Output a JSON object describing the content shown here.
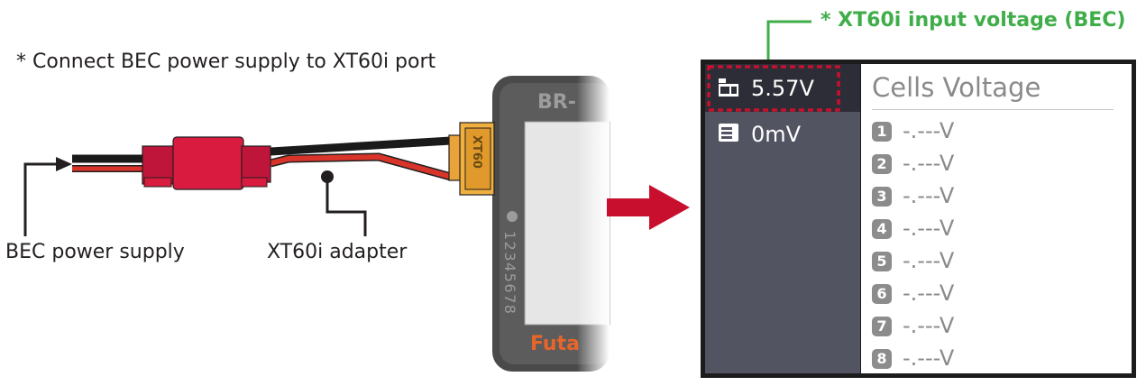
{
  "notes": {
    "connect_note": "* Connect BEC power supply to XT60i port",
    "bec_label": "BEC power supply",
    "xt60i_label": "XT60i adapter",
    "bec_voltage_note": "* XT60i input voltage (BEC)"
  },
  "device": {
    "model_text": "BR-",
    "connector_text": "XT60",
    "serial_text": "12345678",
    "brand_text": "Futa"
  },
  "screen": {
    "sidebar": {
      "items": [
        {
          "icon": "xt60-battery-icon",
          "value": "5.57V",
          "active": true
        },
        {
          "icon": "balance-battery-icon",
          "value": "0mV",
          "active": false
        }
      ]
    },
    "main": {
      "title": "Cells Voltage",
      "cells": [
        {
          "number": "1",
          "value": "-.---V"
        },
        {
          "number": "2",
          "value": "-.---V"
        },
        {
          "number": "3",
          "value": "-.---V"
        },
        {
          "number": "4",
          "value": "-.---V"
        },
        {
          "number": "5",
          "value": "-.---V"
        },
        {
          "number": "6",
          "value": "-.---V"
        },
        {
          "number": "7",
          "value": "-.---V"
        },
        {
          "number": "8",
          "value": "-.---V"
        }
      ]
    }
  },
  "colors": {
    "highlight_box": "#c8102e",
    "arrow": "#c8102e",
    "callout_green": "#3fae49",
    "connector_red": "#d81b3f",
    "connector_yellow": "#e8a33a"
  }
}
